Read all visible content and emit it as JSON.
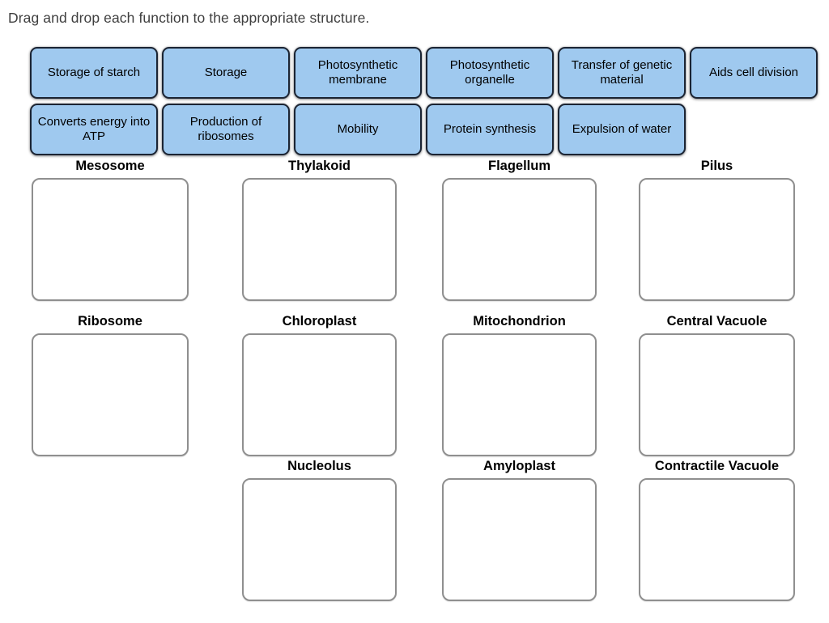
{
  "title": "Drag and drop each function to the appropriate structure.",
  "colors": {
    "chip_fill": "#9fc9ef",
    "chip_border": "#1b2433",
    "zone_border": "#8f8f8f"
  },
  "chips": {
    "row1": [
      "Storage of starch",
      "Storage",
      "Photosynthetic membrane",
      "Photosynthetic organelle",
      "Transfer of genetic material",
      "Aids cell division"
    ],
    "row2": [
      "Converts energy into ATP",
      "Production of ribosomes",
      "Mobility",
      "Protein synthesis",
      "Expulsion of water"
    ]
  },
  "zones": {
    "row1": [
      "Mesosome",
      "Thylakoid",
      "Flagellum",
      "Pilus"
    ],
    "row2": [
      "Ribosome",
      "Chloroplast",
      "Mitochondrion",
      "Central Vacuole"
    ],
    "row3": [
      "Nucleolus",
      "Amyloplast",
      "Contractile Vacuole"
    ]
  }
}
